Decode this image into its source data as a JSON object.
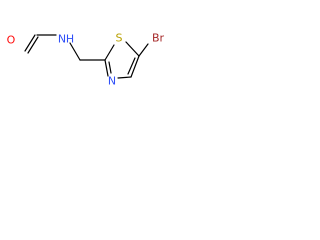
{
  "structure": {
    "atoms": {
      "O": {
        "label": "O",
        "color": "#ff0d0d"
      },
      "N_amide": {
        "label": "N",
        "color": "#3050f8"
      },
      "H_amide": {
        "label": "H",
        "color": "#3050f8"
      },
      "S": {
        "label": "S",
        "color": "#b8a000"
      },
      "N_ring": {
        "label": "N",
        "color": "#3050f8"
      },
      "Br": {
        "label": "Br",
        "color": "#a62929"
      }
    },
    "bond_color": "#000000"
  }
}
